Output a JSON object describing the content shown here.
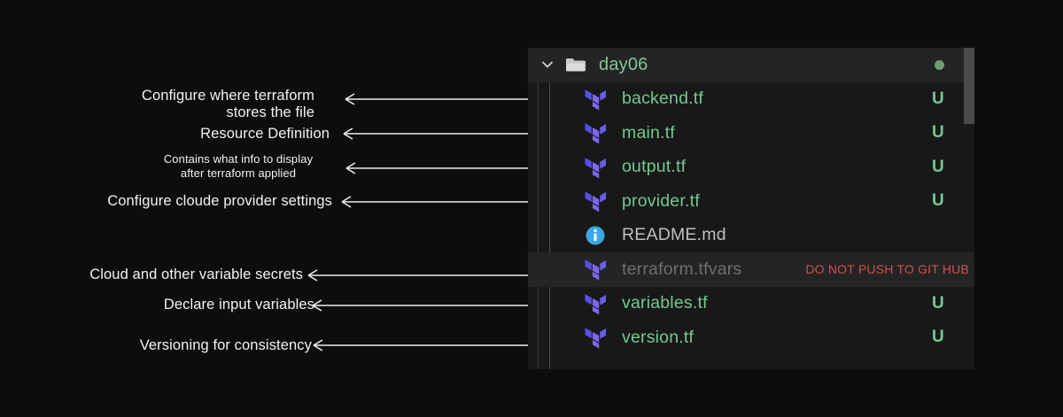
{
  "explorer": {
    "folder": {
      "name": "day06",
      "chevron_icon": "chevron-down-icon",
      "folder_icon": "folder-icon",
      "status": "modified-dot"
    },
    "files": [
      {
        "name": "backend.tf",
        "icon": "terraform-icon",
        "state": "untracked",
        "badge": "U",
        "note": ""
      },
      {
        "name": "main.tf",
        "icon": "terraform-icon",
        "state": "untracked",
        "badge": "U",
        "note": ""
      },
      {
        "name": "output.tf",
        "icon": "terraform-icon",
        "state": "untracked",
        "badge": "U",
        "note": ""
      },
      {
        "name": "provider.tf",
        "icon": "terraform-icon",
        "state": "untracked",
        "badge": "U",
        "note": ""
      },
      {
        "name": "README.md",
        "icon": "info-icon",
        "state": "normal",
        "badge": "",
        "note": ""
      },
      {
        "name": "terraform.tfvars",
        "icon": "terraform-icon",
        "state": "ignored",
        "badge": "",
        "note": "DO NOT PUSH TO GIT HUB"
      },
      {
        "name": "variables.tf",
        "icon": "terraform-icon",
        "state": "untracked",
        "badge": "U",
        "note": ""
      },
      {
        "name": "version.tf",
        "icon": "terraform-icon",
        "state": "untracked",
        "badge": "U",
        "note": ""
      }
    ]
  },
  "annotations": [
    {
      "text": "Configure where terraform\nstores the file",
      "target": "backend.tf"
    },
    {
      "text": "Resource Definition",
      "target": "main.tf"
    },
    {
      "text": "Contains what info to display\nafter terraform applied",
      "target": "output.tf"
    },
    {
      "text": "Configure cloude provider settings",
      "target": "provider.tf"
    },
    {
      "text": "Cloud and other variable secrets",
      "target": "terraform.tfvars"
    },
    {
      "text": "Declare input variables",
      "target": "variables.tf"
    },
    {
      "text": "Versioning for consistency",
      "target": "version.tf"
    }
  ],
  "colors": {
    "background": "#0d0d0d",
    "panel": "#181818",
    "row_highlight": "#242424",
    "untracked_green": "#73c991",
    "warning_red": "#d05050",
    "terraform_purple": "#7b68ee",
    "info_blue": "#3ba7e8",
    "annotation_white": "#f2f2f2"
  }
}
